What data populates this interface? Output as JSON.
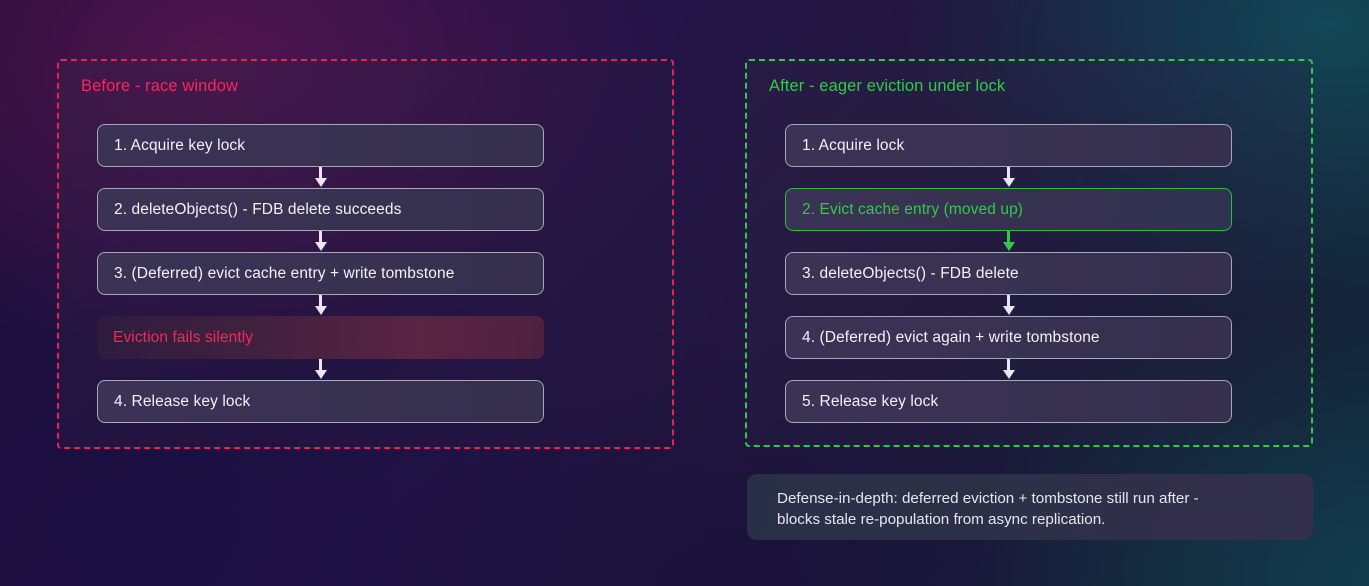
{
  "background": {
    "base_color": "#1b1038",
    "glow_magenta": "#78185c",
    "glow_teal": "#105660"
  },
  "panels": [
    {
      "id": "before",
      "title": "Before - race window",
      "accent_color": "#f5275b",
      "border_style": "dashed",
      "steps": [
        {
          "label": "1. Acquire key lock",
          "kind": "normal"
        },
        {
          "label": "2. deleteObjects() - FDB delete succeeds",
          "kind": "normal"
        },
        {
          "label": "3. (Deferred) evict cache entry + write tombstone",
          "kind": "normal"
        },
        {
          "label": "Eviction fails silently",
          "kind": "fail"
        },
        {
          "label": "4. Release key lock",
          "kind": "normal"
        }
      ],
      "arrows": [
        "white",
        "white",
        "white",
        "white"
      ]
    },
    {
      "id": "after",
      "title": "After - eager eviction under lock",
      "accent_color": "#2ecc45",
      "border_style": "dashed",
      "steps": [
        {
          "label": "1. Acquire lock",
          "kind": "normal"
        },
        {
          "label": "2. Evict cache entry (moved up)",
          "kind": "highlight-green"
        },
        {
          "label": "3. deleteObjects() - FDB delete",
          "kind": "normal"
        },
        {
          "label": "4. (Deferred) evict again + write tombstone",
          "kind": "normal"
        },
        {
          "label": "5. Release key lock",
          "kind": "normal"
        }
      ],
      "arrows": [
        "white",
        "green",
        "white",
        "white"
      ]
    }
  ],
  "note": {
    "line1": "Defense-in-depth: deferred eviction + tombstone still run after -",
    "line2": "blocks stale re-population from async replication."
  }
}
